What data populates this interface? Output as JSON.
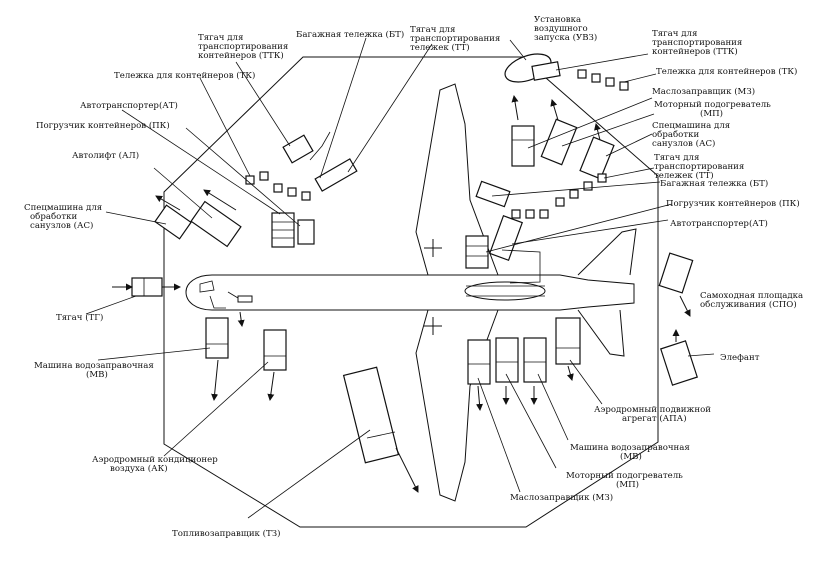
{
  "labels": {
    "tyagach_ttk_left": "Тягач для транспортирования контейнеров (ТТК)",
    "bagazh_bt_top": "Багажная тележка (БТ)",
    "tyagach_tt_top": "Тягач для транспортирования тележек (ТТ)",
    "uvz": "Установка воздушного запуска (УВЗ)",
    "tyagach_ttk_right": "Тягач для транспортирования контейнеров (ТТК)",
    "telezhka_tk_left": "Тележка для контейнеров (ТК)",
    "telezhka_tk_right": "Тележка для контейнеров (ТК)",
    "mz_right": "Маслозаправщик (МЗ)",
    "at_left": "Автотранспортер(АТ)",
    "mp_right_top": "Моторный подогреватель (МП)",
    "pk_left": "Погрузчик контейнеров (ПК)",
    "as_right": "Спецмашина для обработки санузлов (АС)",
    "al": "Автолифт (АЛ)",
    "tt_right": "Тягач для транспортирования тележек (ТТ)",
    "bt_right": "Багажная тележка (БТ)",
    "as_left": "Спецмашина для обработки санузлов (АС)",
    "pk_right": "Погрузчик контейнеров (ПК)",
    "at_right": "Автотранспортер(АТ)",
    "tyagach_tg": "Тягач (ТГ)",
    "spo": "Самоходная площадка обслуживания (СПО)",
    "mv_left": "Машина водозаправочная (МВ)",
    "elefant": "Элефант",
    "apa": "Аэродромный подвижной агрегат (АПА)",
    "ak": "Аэродромный кондиционер воздуха (АК)",
    "mv_right": "Машина водозаправочная (МВ)",
    "mp_right_bottom": "Моторный подогреватель (МП)",
    "mz_bottom": "Маслозаправщик (МЗ)",
    "tz": "Топливозаправщик (ТЗ)"
  }
}
